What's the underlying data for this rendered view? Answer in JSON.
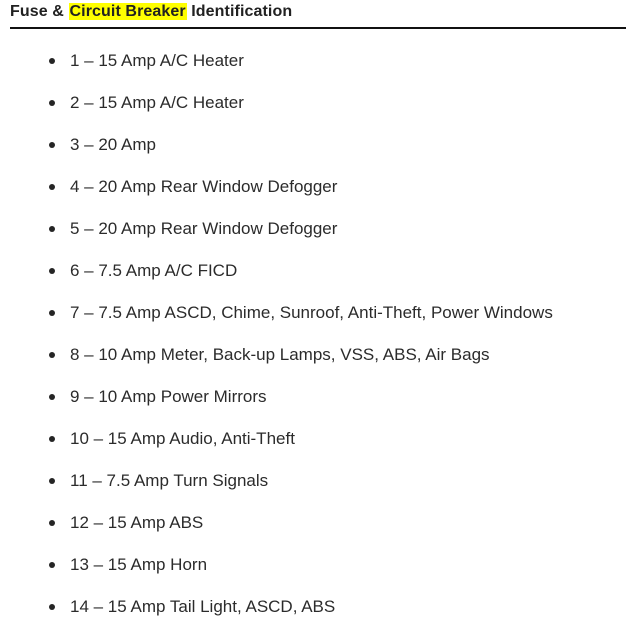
{
  "heading": {
    "before_highlight": "Fuse & ",
    "highlight": "Circuit Breaker",
    "after_highlight": " Identification",
    "highlight_color": "#ffff00",
    "text_color": "#212121"
  },
  "divider": {
    "color": "#111111"
  },
  "list": {
    "bullet_icon": "disc-bullet-icon",
    "items": [
      {
        "text": "1 – 15 Amp A/C Heater"
      },
      {
        "text": "2 – 15 Amp A/C Heater"
      },
      {
        "text": "3 – 20 Amp"
      },
      {
        "text": "4 – 20 Amp Rear Window Defogger"
      },
      {
        "text": "5 – 20 Amp Rear Window Defogger"
      },
      {
        "text": "6 – 7.5 Amp A/C FICD"
      },
      {
        "text": "7 – 7.5 Amp ASCD, Chime, Sunroof, Anti-Theft, Power Windows"
      },
      {
        "text": "8 – 10 Amp Meter, Back-up Lamps, VSS, ABS, Air Bags"
      },
      {
        "text": "9 – 10 Amp Power Mirrors"
      },
      {
        "text": "10 – 15 Amp Audio, Anti-Theft"
      },
      {
        "text": "11 – 7.5 Amp Turn Signals"
      },
      {
        "text": "12 – 15 Amp ABS"
      },
      {
        "text": "13 – 15 Amp Horn"
      },
      {
        "text": "14 – 15 Amp Tail Light, ASCD, ABS"
      }
    ]
  }
}
